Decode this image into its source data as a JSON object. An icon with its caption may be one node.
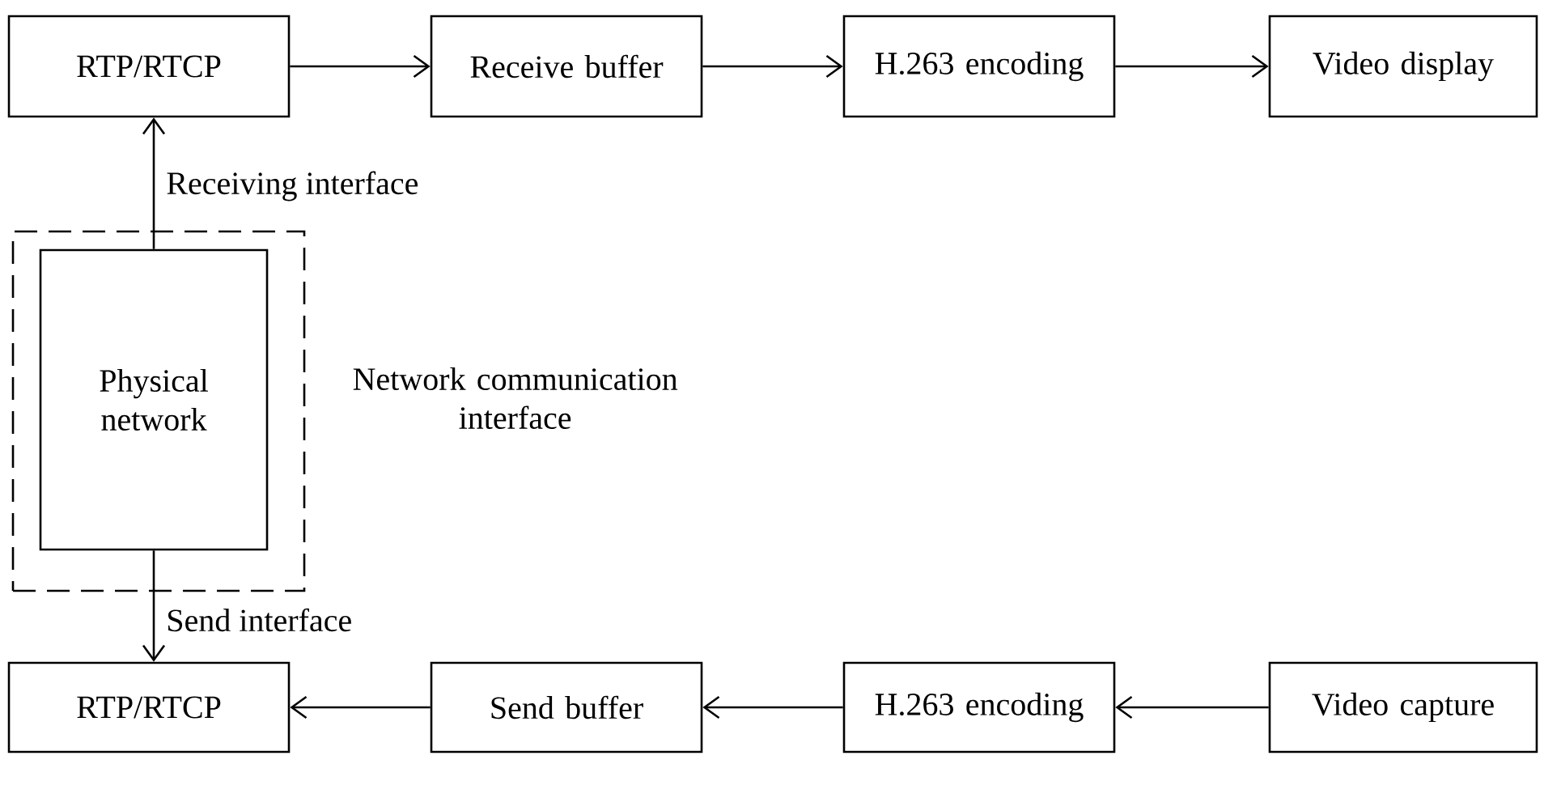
{
  "diagram": {
    "nodes": [
      {
        "text": [
          "RTP/RTCP"
        ]
      },
      {
        "text": [
          "Receive buffer"
        ]
      },
      {
        "text": [
          "H.263 encoding"
        ]
      },
      {
        "text": [
          "Video display"
        ]
      },
      {
        "text": [],
        "shape": "box",
        "beside": [
          "Network communication interface"
        ]
      },
      {
        "text": [
          "Physical network"
        ],
        "in": 4
      },
      {
        "text": [
          "RTP/RTCP"
        ]
      },
      {
        "text": [
          "Send buffer"
        ]
      },
      {
        "text": [
          "H.263 encoding"
        ]
      },
      {
        "text": [
          "Video capture"
        ]
      }
    ],
    "edges": [
      {
        "from": 0,
        "to": 1,
        "arrow": "to"
      },
      {
        "from": 1,
        "to": 2,
        "arrow": "to"
      },
      {
        "from": 2,
        "to": 3,
        "arrow": "to"
      },
      {
        "from": 5,
        "to": 0,
        "arrow": "to",
        "label": "Receiving interface"
      },
      {
        "from": 5,
        "to": 6,
        "arrow": "to",
        "label": "Send interface"
      },
      {
        "from": 9,
        "to": 8,
        "arrow": "to"
      },
      {
        "from": 8,
        "to": 7,
        "arrow": "to"
      },
      {
        "from": 7,
        "to": 6,
        "arrow": "to"
      }
    ]
  }
}
